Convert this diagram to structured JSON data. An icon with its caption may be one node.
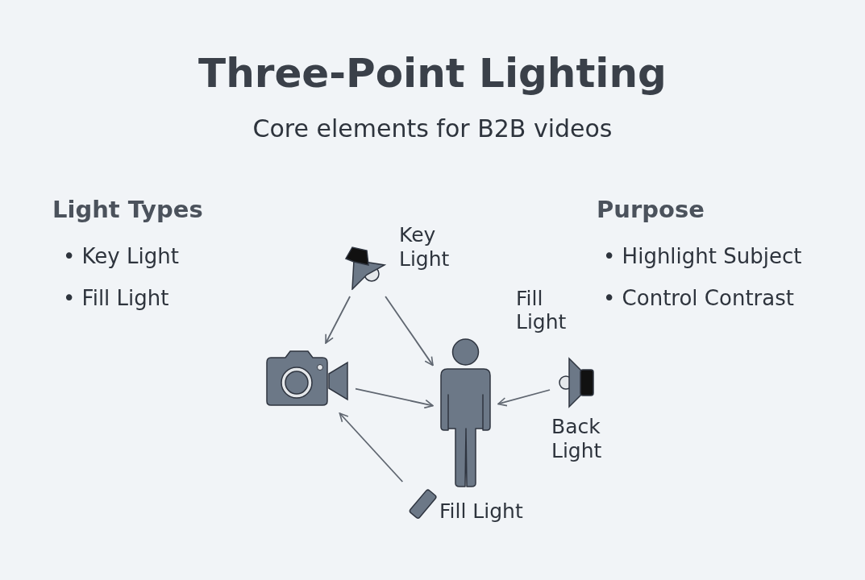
{
  "diagram": {
    "title": "Three-Point Lighting",
    "caption": "Core elements for B2B videos",
    "nodes": [
      {
        "text": [],
        "shape": "lamp",
        "beside": [
          "Key Light"
        ]
      },
      {
        "text": [],
        "shape": "camera"
      },
      {
        "text": [],
        "shape": "person"
      },
      {
        "text": [],
        "shape": "lamp",
        "beside": [
          "Back Light"
        ]
      },
      {
        "text": [],
        "shape": "panel",
        "beside": [
          "Fill Light"
        ]
      }
    ],
    "edges": [
      {
        "from": 0,
        "to": 1,
        "arrow": "to"
      },
      {
        "from": 0,
        "to": 2,
        "arrow": "to"
      },
      {
        "from": 1,
        "to": 2,
        "arrow": "to"
      },
      {
        "from": 3,
        "to": 2,
        "arrow": "to"
      },
      {
        "from": 4,
        "to": 1,
        "arrow": "to"
      }
    ],
    "labels": [
      "Light Types",
      "• Key Light",
      "• Fill Light",
      "Purpose",
      "• Highlight Subject",
      "• Control Contrast",
      "Fill Light"
    ]
  }
}
